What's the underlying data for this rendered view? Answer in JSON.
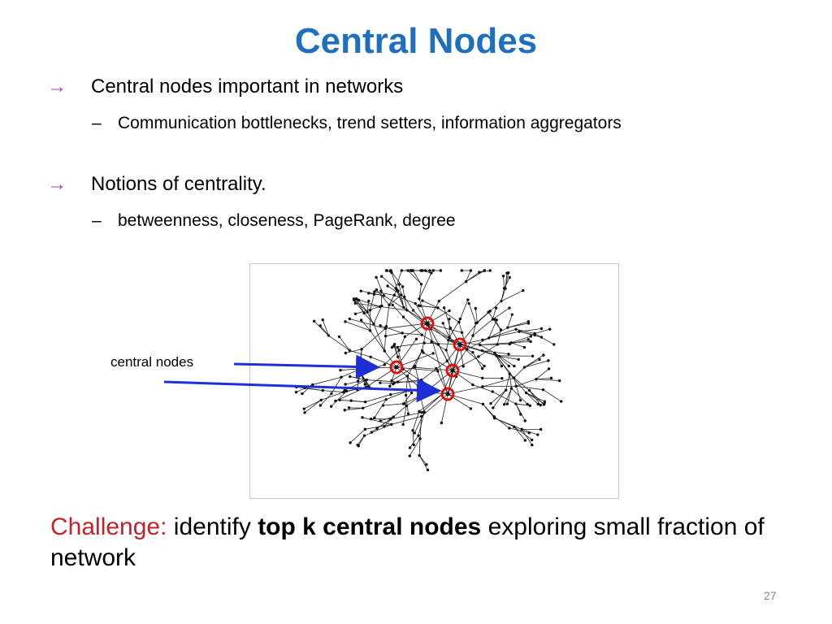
{
  "slide": {
    "title": "Central Nodes",
    "bullets": [
      {
        "arrow": "→",
        "text": "Central nodes important in networks",
        "sub": {
          "dash": "–",
          "text": "Communication bottlenecks, trend setters, information aggregators"
        }
      },
      {
        "arrow": "→",
        "text": "Notions of centrality.",
        "sub": {
          "dash": "–",
          "text": "betweenness, closeness, PageRank, degree"
        }
      }
    ],
    "callout": "central nodes",
    "challenge": {
      "label": "Challenge:",
      "text1": "identify",
      "bold": "top k central nodes",
      "text2": "exploring small fraction of network"
    },
    "page_number": "27"
  },
  "colors": {
    "title": "#1f6fbf",
    "arrow_bullet": "#b040b0",
    "challenge_label": "#c0232a",
    "callout_arrow": "#1f2fd6",
    "central_ring": "#e01010",
    "edge": "#222222"
  },
  "network": {
    "image": "network-graph",
    "central_node_count": 5
  }
}
